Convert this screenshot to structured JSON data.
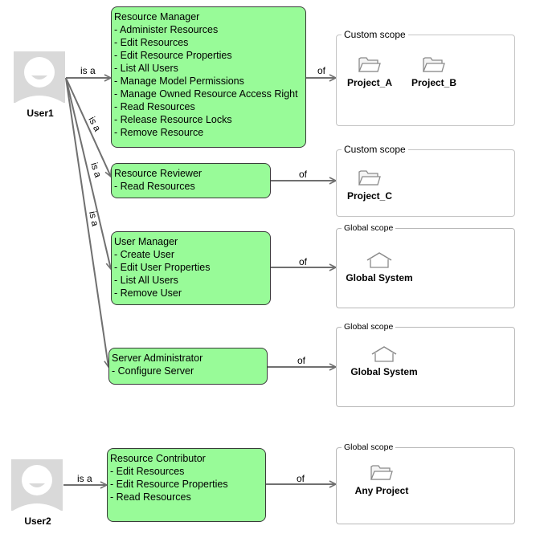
{
  "users": [
    {
      "name": "User1"
    },
    {
      "name": "User2"
    }
  ],
  "roles": [
    {
      "title": "Resource Manager",
      "permissions": [
        "- Administer Resources",
        "- Edit Resources",
        "- Edit Resource Properties",
        "- List All Users",
        "- Manage Model Permissions",
        "- Manage Owned Resource Access Right",
        "- Read Resources",
        "- Release Resource Locks",
        "- Remove Resource"
      ]
    },
    {
      "title": "Resource Reviewer",
      "permissions": [
        "- Read Resources"
      ]
    },
    {
      "title": "User Manager",
      "permissions": [
        "- Create User",
        "- Edit User Properties",
        "- List All Users",
        "- Remove User"
      ]
    },
    {
      "title": "Server Administrator",
      "permissions": [
        "- Configure Server"
      ]
    },
    {
      "title": "Resource Contributor",
      "permissions": [
        "- Edit Resources",
        "- Edit Resource Properties",
        "- Read Resources"
      ]
    }
  ],
  "scopes": [
    {
      "title": "Custom scope",
      "items": [
        "Project_A",
        "Project_B"
      ]
    },
    {
      "title": "Custom scope",
      "items": [
        "Project_C"
      ]
    },
    {
      "title": "Global scope",
      "items": [
        "Global System"
      ]
    },
    {
      "title": "Global scope",
      "items": [
        "Global System"
      ]
    },
    {
      "title": "Global scope",
      "items": [
        "Any Project"
      ]
    }
  ],
  "edges": {
    "is_a": "is a",
    "of": "of"
  },
  "icons": {
    "user": "user-avatar-icon",
    "project": "folder-icon",
    "global": "house-icon"
  },
  "colors": {
    "role_fill": "#98fb98",
    "line": "#707070"
  }
}
